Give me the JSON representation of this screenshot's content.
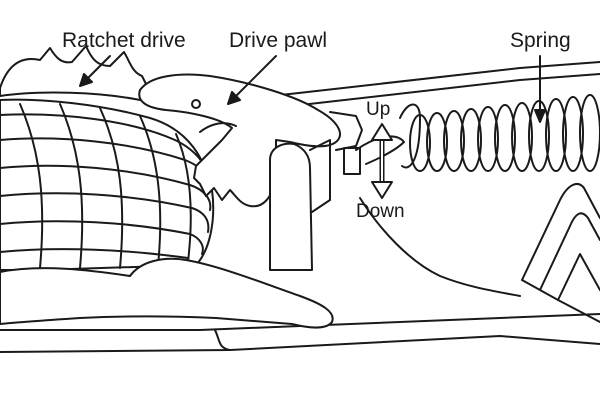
{
  "labels": {
    "ratchet_drive": "Ratchet drive",
    "drive_pawl": "Drive pawl",
    "spring": "Spring",
    "up": "Up",
    "down": "Down"
  },
  "colors": {
    "line": "#1a1a1a",
    "fill": "#ffffff"
  }
}
